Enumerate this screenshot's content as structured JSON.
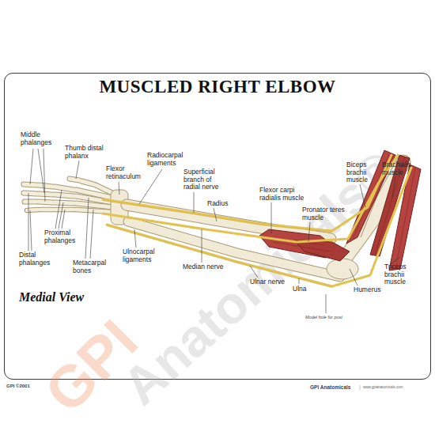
{
  "diagram": {
    "title": "MUSCLED RIGHT ELBOW",
    "labels": [
      "Middle phalanges",
      "Thumb distal phalanx",
      "Flexor retinaculum",
      "Radiocarpal ligaments",
      "Superficial branch of radial nerve",
      "Radius",
      "Flexor carpi radialis muscle",
      "Pronator teres muscle",
      "Biceps brachii muscle",
      "Brachialis muscle",
      "Proximal phalanges",
      "Distal phalanges",
      "Metacarpal bones",
      "Ulnocarpal ligaments",
      "Median nerve",
      "Ulnar nerve",
      "Ulna",
      "Humerus",
      "Triceps brachii muscle",
      "Medial View",
      "Model hole for post",
      "GPI ©2001",
      "GPI Anatomicals",
      "www.gpianatomicals.com",
      "GPI",
      "Anatomicals®"
    ]
  }
}
